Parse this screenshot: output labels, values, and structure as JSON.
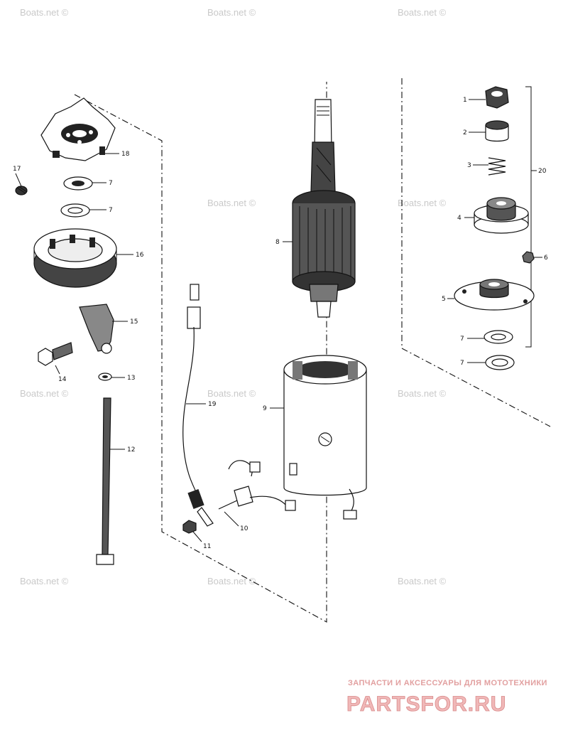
{
  "diagram": {
    "callouts": {
      "c1": "1",
      "c2": "2",
      "c3": "3",
      "c4": "4",
      "c5": "5",
      "c6": "6",
      "c7a": "7",
      "c7b": "7",
      "c7c": "7",
      "c7d": "7",
      "c8": "8",
      "c9": "9",
      "c10": "10",
      "c11": "11",
      "c12": "12",
      "c13": "13",
      "c14": "14",
      "c15": "15",
      "c16": "16",
      "c17": "17",
      "c18": "18",
      "c19": "19",
      "c20": "20"
    }
  },
  "watermarks": {
    "text": "Boats.net",
    "symbol": "©"
  },
  "brand": {
    "tagline": "ЗАПЧАСТИ И АКСЕССУАРЫ ДЛЯ МОТОТЕХНИКИ",
    "name": "PARTSFOR.RU"
  }
}
